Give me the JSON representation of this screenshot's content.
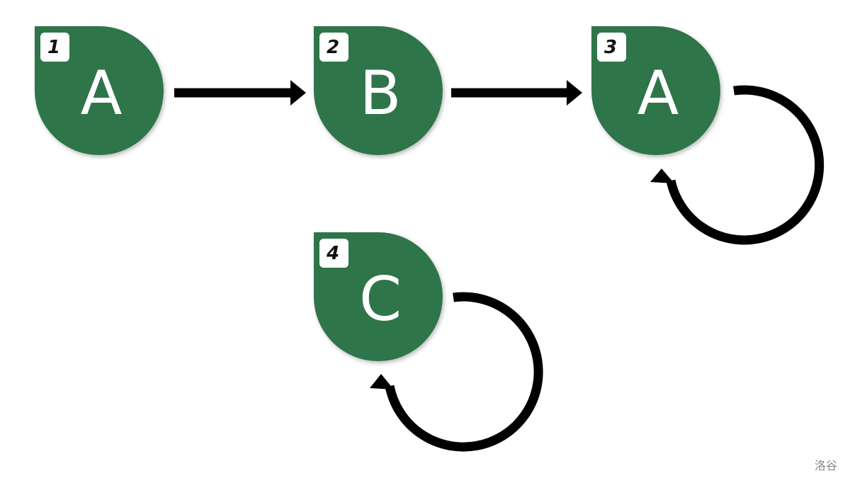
{
  "nodes": [
    {
      "id": "n1",
      "number": "1",
      "letter": "A"
    },
    {
      "id": "n2",
      "number": "2",
      "letter": "B"
    },
    {
      "id": "n3",
      "number": "3",
      "letter": "A"
    },
    {
      "id": "n4",
      "number": "4",
      "letter": "C"
    }
  ],
  "edges": [
    {
      "from": "1",
      "to": "2",
      "kind": "straight"
    },
    {
      "from": "2",
      "to": "3",
      "kind": "straight"
    },
    {
      "from": "3",
      "to": "3",
      "kind": "self-loop"
    },
    {
      "from": "4",
      "to": "4",
      "kind": "self-loop"
    }
  ],
  "colors": {
    "node": "#2f7549",
    "badge": "#ffffff",
    "edge": "#000000",
    "watermark": "#8a8a8a"
  },
  "watermark": "洛谷"
}
